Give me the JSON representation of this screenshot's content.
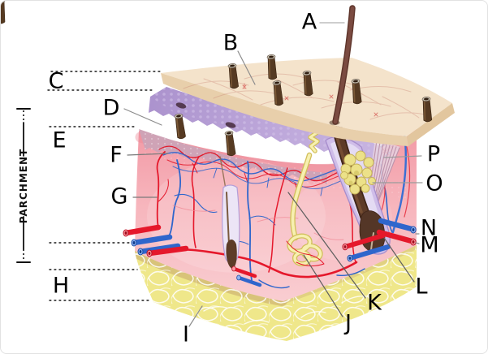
{
  "window": {
    "background": "#ffffff",
    "frame_border": "#e2e2e2"
  },
  "labels": {
    "a": "A",
    "b": "B",
    "c": "C",
    "d": "D",
    "e": "E",
    "f": "F",
    "g": "G",
    "h": "H",
    "i": "I",
    "j": "J",
    "k": "K",
    "l": "L",
    "m": "M",
    "n": "N",
    "o": "O",
    "p": "P"
  },
  "side_note": {
    "text": "PARCHMENT"
  },
  "palette": {
    "artery_red": "#e5182b",
    "vein_blue": "#2f66cc",
    "dermis_pink": "#f6aab4",
    "epidermis_purple": "#b7a0d6",
    "surface_cream": "#f4e3cb",
    "fat_yellow": "#efe78a",
    "gland_yellow": "#f5eeab",
    "hair_brown": "#5d3b28",
    "label_text": "#000000",
    "leader_line": "#8c8c8c"
  }
}
